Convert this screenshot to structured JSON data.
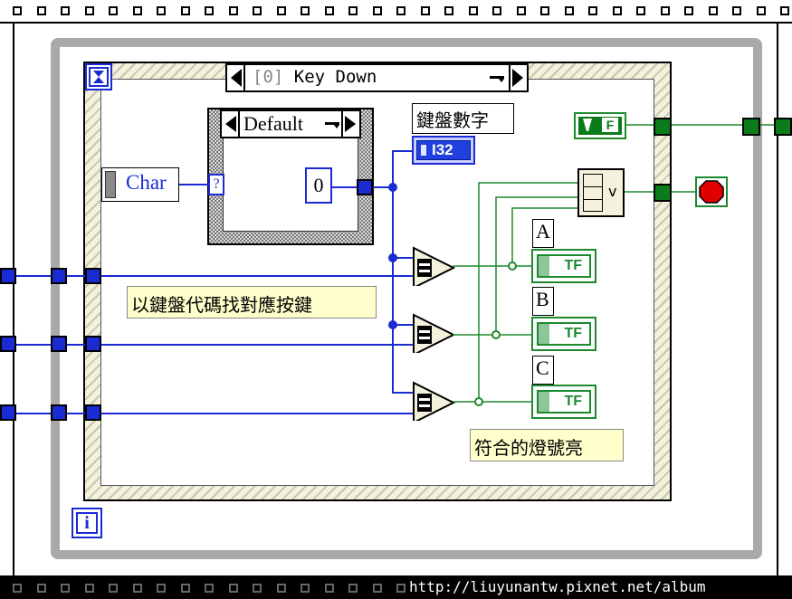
{
  "event_case": {
    "index": "[0]",
    "name": "Key Down"
  },
  "case_structure": {
    "selector": "Default"
  },
  "char_node": {
    "label": "Char"
  },
  "tunnel_label": "?",
  "constant_zero": "0",
  "keyboard_digit_label": "鍵盤數字",
  "indicator_i32": "I32",
  "find_key_note": "以鍵盤代碼找對應按鍵",
  "leds": [
    {
      "label": "A",
      "value": "TF"
    },
    {
      "label": "B",
      "value": "TF"
    },
    {
      "label": "C",
      "value": "TF"
    }
  ],
  "match_note": "符合的燈號亮",
  "stop_control_text": "F",
  "info_icon_text": "i",
  "url": "http://liuyunantw.pixnet.net/album",
  "colors": {
    "int_wire": "#1a2bd4",
    "bool_wire": "#1d8a2e",
    "stop": "#e00000",
    "frame": "#a9a9a9"
  },
  "icons": [
    "hourglass-icon",
    "info-icon",
    "stop-icon",
    "or-array-icon",
    "equal-icon"
  ]
}
